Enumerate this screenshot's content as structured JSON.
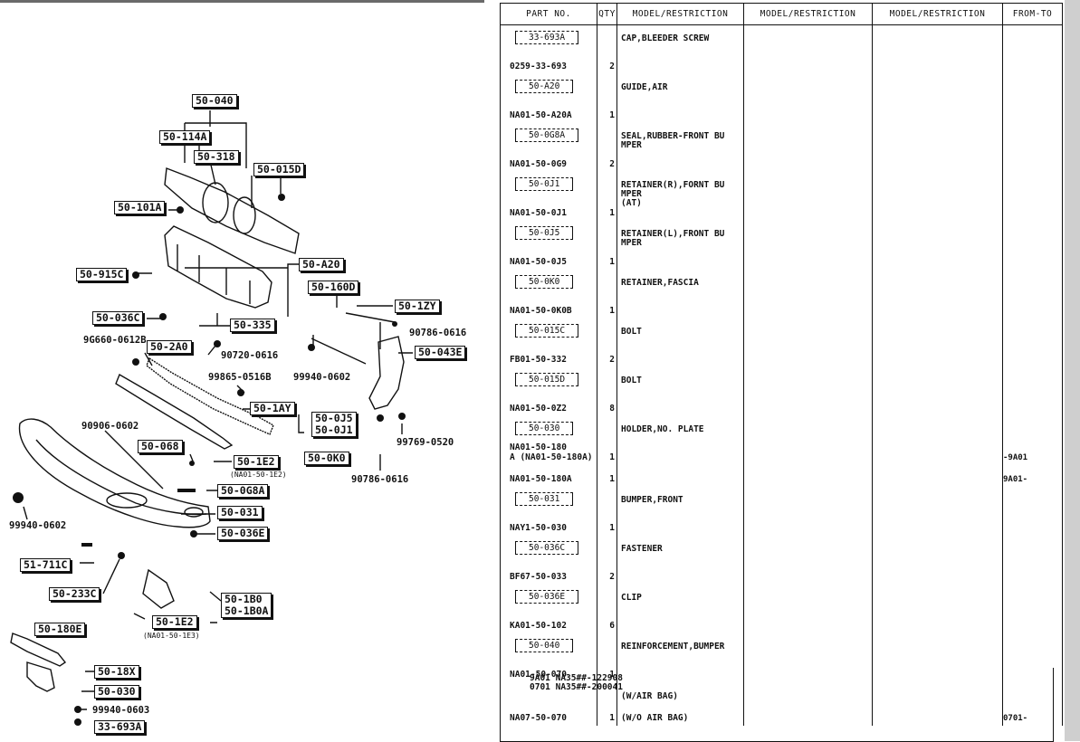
{
  "diagram": {
    "callouts": {
      "c50_040": "50-040",
      "c50_114A": "50-114A",
      "c50_318": "50-318",
      "c50_015D": "50-015D",
      "c50_101A": "50-101A",
      "c50_A20": "50-A20",
      "c50_915C": "50-915C",
      "c50_160D": "50-160D",
      "c50_1ZY": "50-1ZY",
      "c50_036C": "50-036C",
      "c50_335": "50-335",
      "c50_2A0": "50-2A0",
      "c50_043E": "50-043E",
      "c50_1AY": "50-1AY",
      "c50_0J5_0J1": "50-0J5\n50-0J1",
      "c50_068": "50-068",
      "c50_1E2a": "50-1E2",
      "c50_0K0": "50-0K0",
      "c50_0G8A": "50-0G8A",
      "c50_031": "50-031",
      "c50_036E": "50-036E",
      "c51_711C": "51-711C",
      "c50_233C": "50-233C",
      "c50_1B0": "50-1B0\n50-1B0A",
      "c50_1E2b": "50-1E2",
      "c50_180E": "50-180E",
      "c50_18X": "50-18X",
      "c50_030": "50-030",
      "c33_693A": "33-693A"
    },
    "numbers": {
      "n9G660": "9G660-0612B",
      "n90720": "90720-0616",
      "n90786a": "90786-0616",
      "n99865": "99865-0516B",
      "n99940a": "99940-0602",
      "n90906": "90906-0602",
      "n99769": "99769-0520",
      "n90786b": "90786-0616",
      "n99940b": "99940-0602",
      "n99940c": "99940-0603"
    },
    "small_notes": {
      "s1": "(NA01-50-1E2)",
      "s2": "(NA01-50-1E3)"
    }
  },
  "table": {
    "headers": [
      "PART NO.",
      "QTY",
      "MODEL/RESTRICTION",
      "MODEL/RESTRICTION",
      "MODEL/RESTRICTION",
      "FROM-TO"
    ],
    "rows": [
      {
        "ref": "33-693A",
        "part": "0259-33-693",
        "qty": "2",
        "desc": "CAP,BLEEDER SCREW",
        "from": ""
      },
      {
        "ref": "50-A20",
        "part": "NA01-50-A20A",
        "qty": "1",
        "desc": "GUIDE,AIR",
        "from": ""
      },
      {
        "ref": "50-0G8A",
        "part": "NA01-50-0G9",
        "qty": "2",
        "desc": "SEAL,RUBBER-FRONT BU\nMPER",
        "from": ""
      },
      {
        "ref": "50-0J1",
        "part": "NA01-50-0J1",
        "qty": "1",
        "desc": "RETAINER(R),FORNT BU\nMPER\n(AT)",
        "from": ""
      },
      {
        "ref": "50-0J5",
        "part": "NA01-50-0J5",
        "qty": "1",
        "desc": "RETAINER(L),FRONT BU\nMPER",
        "from": ""
      },
      {
        "ref": "50-0K0",
        "part": "NA01-50-0K0B",
        "qty": "1",
        "desc": "RETAINER,FASCIA",
        "from": ""
      },
      {
        "ref": "50-015C",
        "part": "FB01-50-332",
        "qty": "2",
        "desc": "BOLT",
        "from": ""
      },
      {
        "ref": "50-015D",
        "part": "NA01-50-0Z2",
        "qty": "8",
        "desc": "BOLT",
        "from": ""
      },
      {
        "ref": "50-030",
        "part": "NA01-50-180\nA (NA01-50-180A)",
        "qty": "1",
        "desc": "HOLDER,NO. PLATE",
        "from": "-9A01"
      },
      {
        "ref": "",
        "part": "NA01-50-180A",
        "qty": "1",
        "desc": "",
        "from": "9A01-"
      },
      {
        "ref": "50-031",
        "part": "NAY1-50-030",
        "qty": "1",
        "desc": "BUMPER,FRONT",
        "from": ""
      },
      {
        "ref": "50-036C",
        "part": "BF67-50-033",
        "qty": "2",
        "desc": "FASTENER",
        "from": ""
      },
      {
        "ref": "50-036E",
        "part": "KA01-50-102",
        "qty": "6",
        "desc": "CLIP",
        "from": ""
      },
      {
        "ref": "50-040",
        "part": "NA01-50-070",
        "qty": "1",
        "desc": "REINFORCEMENT,BUMPER",
        "from": ""
      },
      {
        "ref": "",
        "part": "",
        "qty": "",
        "desc": "(W/AIR BAG)",
        "from": ""
      },
      {
        "ref": "",
        "part": "NA07-50-070",
        "qty": "1",
        "desc": "(W/O AIR BAG)",
        "from": "0701-"
      }
    ],
    "footnotes": [
      "9A01 NA35##-122908",
      "0701 NA35##-200041"
    ]
  }
}
